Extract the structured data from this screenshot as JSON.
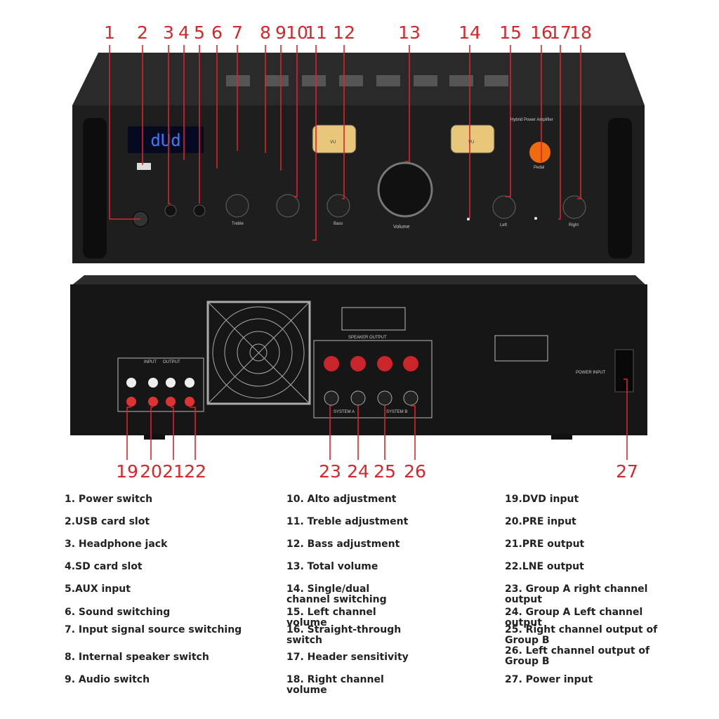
{
  "callout_numbers_top": [
    "1",
    "2",
    "3",
    "4",
    "5",
    "6",
    "7",
    "8",
    "9",
    "10",
    "11",
    "12",
    "13",
    "14",
    "15",
    "16",
    "17",
    "18"
  ],
  "callout_numbers_bottom": [
    "19",
    "20",
    "21",
    "22",
    "23",
    "24",
    "25",
    "26",
    "27"
  ],
  "front_panel": {
    "display": "dUd",
    "brand_line": "Hybrid Power Amplifier",
    "knob_treble": "Treble",
    "knob_bass": "Bass",
    "knob_volume": "Volume",
    "knob_left": "Left",
    "knob_right": "Right",
    "pedal": "Pedal",
    "vu": "VU"
  },
  "rear_panel": {
    "speaker_output": "SPEAKER OUTPUT",
    "system_a": "SYSTEM A",
    "system_b": "SYSTEM B",
    "input": "INPUT",
    "output": "OUTPUT",
    "power_input": "POWER INPUT"
  },
  "legend": [
    [
      "1. Power switch",
      "2.USB card slot",
      "3. Headphone jack",
      "4.SD card slot",
      "5.AUX input",
      "6. Sound switching",
      "7. Input signal source switching",
      "8. Internal speaker switch",
      "9. Audio switch"
    ],
    [
      "10. Alto adjustment",
      "11. Treble adjustment",
      "12. Bass adjustment",
      "13. Total volume",
      "14. Single/dual channel switching",
      "15. Left channel volume",
      "16. Straight-through switch",
      "17. Header sensitivity",
      "18. Right channel volume"
    ],
    [
      "19.DVD input",
      "20.PRE input",
      "21.PRE output",
      "22.LNE output",
      "23. Group A right channel output",
      "24. Group A Left channel output",
      "25. Right channel output of Group B",
      "26. Left channel output of Group B",
      "27. Power input"
    ]
  ],
  "colors": {
    "callout": "#d8262b",
    "chassis": "#1e1e1e",
    "display": "#2b6cff"
  }
}
